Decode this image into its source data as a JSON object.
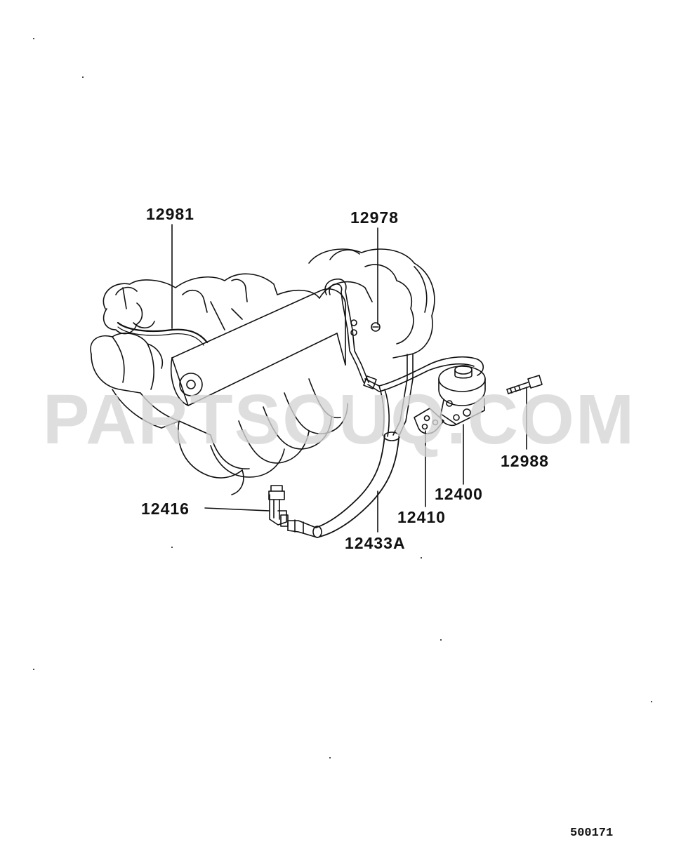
{
  "callouts": {
    "c12981": "12981",
    "c12978": "12978",
    "c12988": "12988",
    "c12400": "12400",
    "c12410": "12410",
    "c12416": "12416",
    "c12433A": "12433A"
  },
  "diagram_id": "500171",
  "watermark": "PARTSOUQ.COM",
  "colors": {
    "line": "#111111",
    "watermark": "#d6d6d6"
  }
}
